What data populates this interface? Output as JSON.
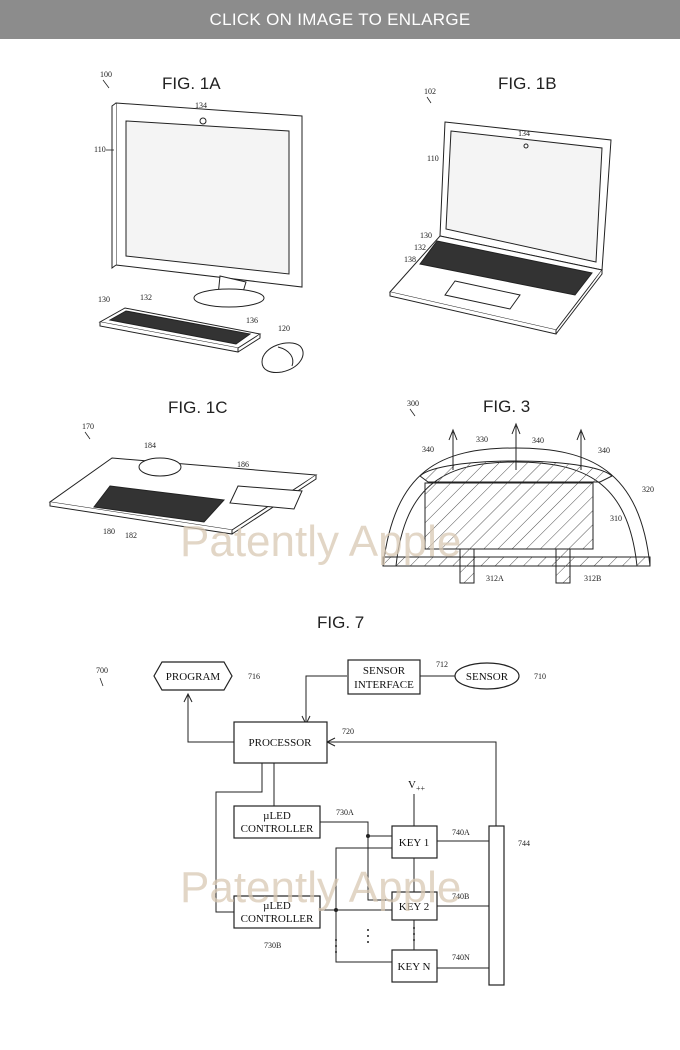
{
  "banner": {
    "label": "CLICK ON IMAGE TO ENLARGE"
  },
  "watermark": "Patently Apple",
  "fig1a": {
    "title": "FIG. 1A",
    "refs": {
      "r100": "100",
      "r134": "134",
      "r110": "110",
      "r130": "130",
      "r132": "132",
      "r136": "136",
      "r120": "120"
    }
  },
  "fig1b": {
    "title": "FIG. 1B",
    "refs": {
      "r102": "102",
      "r134": "134",
      "r110": "110",
      "r130": "130",
      "r132": "132",
      "r138": "138"
    }
  },
  "fig1c": {
    "title": "FIG. 1C",
    "refs": {
      "r170": "170",
      "r184": "184",
      "r186": "186",
      "r180": "180",
      "r182": "182"
    }
  },
  "fig3": {
    "title": "FIG. 3",
    "refs": {
      "r300": "300",
      "r330": "330",
      "r340a": "340",
      "r340b": "340",
      "r340c": "340",
      "r320": "320",
      "r310": "310",
      "r312a": "312A",
      "r312b": "312B"
    }
  },
  "fig7": {
    "title": "FIG. 7",
    "ref_700": "700",
    "program": {
      "label": "PROGRAM",
      "ref": "716"
    },
    "sensor_interface": {
      "line1": "SENSOR",
      "line2": "INTERFACE",
      "ref": "712"
    },
    "sensor": {
      "label": "SENSOR",
      "ref": "710"
    },
    "processor": {
      "label": "PROCESSOR",
      "ref": "720"
    },
    "controller_a": {
      "line1": "µLED",
      "line2": "CONTROLLER",
      "ref": "730A"
    },
    "controller_b": {
      "line1": "µLED",
      "line2": "CONTROLLER",
      "ref": "730B"
    },
    "vcc": "V",
    "vcc_sub": "++",
    "key1": {
      "label": "KEY 1",
      "ref": "740A"
    },
    "key2": {
      "label": "KEY 2",
      "ref": "740B"
    },
    "keyn": {
      "label": "KEY N",
      "ref": "740N"
    },
    "bus_ref": "744"
  }
}
